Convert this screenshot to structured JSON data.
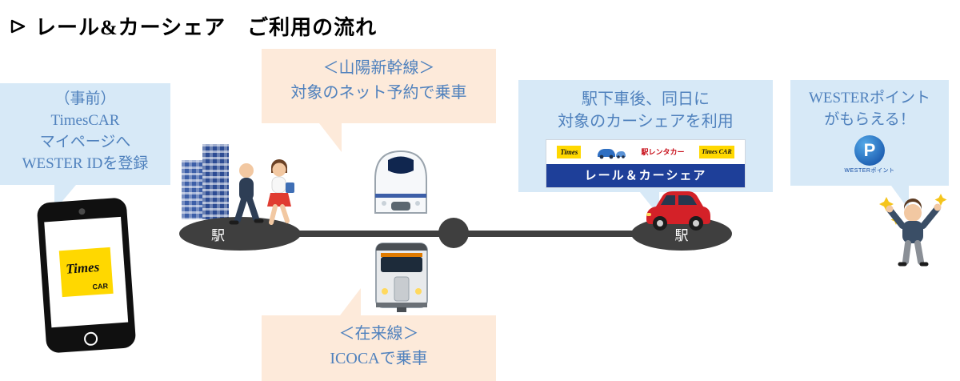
{
  "title": "レール&カーシェア　ご利用の流れ",
  "title_bullet_icon": "arrow-outline-icon",
  "pre_bubble": {
    "line1": "（事前）",
    "line2": "TimesCAR",
    "line3": "マイページへ",
    "line4": "WESTER IDを登録"
  },
  "shinkansen_bubble": {
    "line1": "＜山陽新幹線＞",
    "line2": "対象のネット予約で乗車"
  },
  "local_bubble": {
    "line1": "＜在来線＞",
    "line2": "ICOCAで乗車"
  },
  "carshare_bubble": {
    "line1": "駅下車後、同日に",
    "line2": "対象のカーシェアを利用"
  },
  "point_bubble": {
    "line1": "WESTERポイント",
    "line2": "がもらえる！"
  },
  "stations": {
    "left": "駅",
    "right": "駅"
  },
  "phone_logo": {
    "brand": "Times",
    "sub": "CAR"
  },
  "banner": {
    "times": "Times",
    "eki_rentacar": "駅レンタカー",
    "times_car": "Times CAR",
    "title": "レール＆カーシェア"
  },
  "point_badge": {
    "letter": "P",
    "label": "WESTERポイント"
  },
  "colors": {
    "bubble_blue": "#d7e9f7",
    "bubble_peach": "#fdeada",
    "text_blue": "#4f81bd",
    "line_dark": "#3f3f3f",
    "banner_navy": "#1e3f99",
    "times_yellow": "#ffd800",
    "car_red": "#d42128",
    "point_blue": "#0d47a1"
  }
}
